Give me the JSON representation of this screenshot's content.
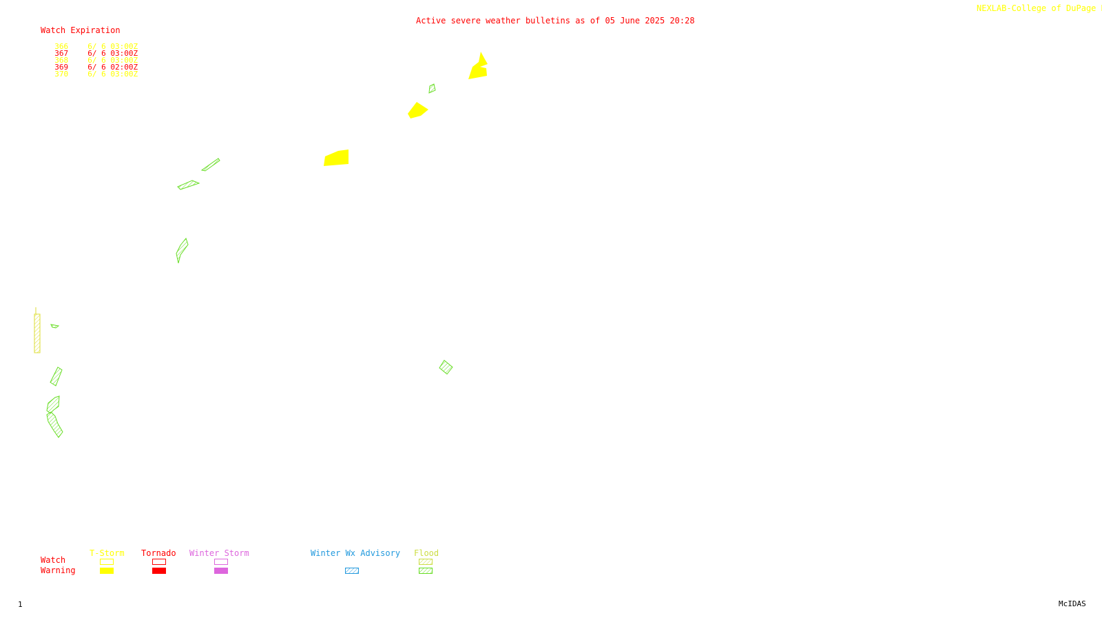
{
  "header": {
    "title": "Active severe weather bulletins as of 05 June 2025 20:28",
    "credit": "NEXLAB-College of DuPage R"
  },
  "watch_expiration": {
    "title": "Watch Expiration",
    "rows": [
      {
        "number": "366",
        "expires": "6/ 6 03:00Z",
        "color": "#ffff00"
      },
      {
        "number": "367",
        "expires": "6/ 6 03:00Z",
        "color": "#ff0000"
      },
      {
        "number": "368",
        "expires": "6/ 6 03:00Z",
        "color": "#ffff00"
      },
      {
        "number": "369",
        "expires": "6/ 6 02:00Z",
        "color": "#ff0000"
      },
      {
        "number": "370",
        "expires": "6/ 6 03:00Z",
        "color": "#ffff00"
      }
    ]
  },
  "legend": {
    "row_watch": "Watch",
    "row_warning": "Warning",
    "categories": [
      {
        "label": "T-Storm",
        "color": "#ffff00"
      },
      {
        "label": "Tornado",
        "color": "#ff0000"
      },
      {
        "label": "Winter Storm",
        "color": "#dd66dd"
      },
      {
        "label": "Winter Wx Advisory",
        "color": "#2299dd"
      },
      {
        "label": "Flood",
        "color": "#ccdd44"
      }
    ]
  },
  "colors": {
    "tstorm_warning": "#ffff00",
    "flood_warning": "#66dd22",
    "label_red": "#ff0000"
  },
  "footer": {
    "page": "1",
    "software": "McIDAS"
  }
}
